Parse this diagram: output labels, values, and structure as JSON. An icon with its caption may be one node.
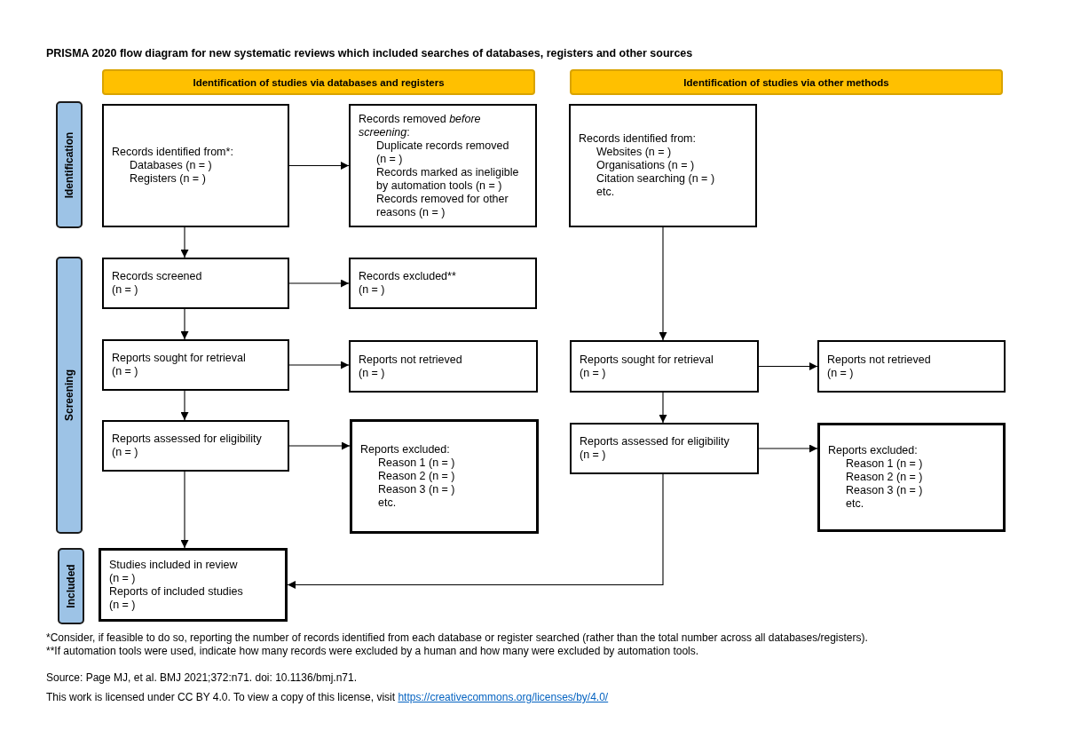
{
  "diagram": {
    "title": "PRISMA 2020 flow diagram for new systematic reviews which included searches of databases, registers and other sources",
    "nodes": [
      {
        "text": [
          "Identification of studies via databases and registers"
        ]
      },
      {
        "text": [
          "Identification of studies via other methods"
        ]
      },
      {
        "text": [
          "Identification"
        ]
      },
      {
        "text": [
          "Records identified from*:",
          "Databases (n = )",
          "Registers (n = )"
        ]
      },
      {
        "text": [
          "Records removed *before screening*:",
          "Duplicate records removed (n = )",
          "Records marked as ineligible by automation tools (n = )",
          "Records removed for other reasons (n = )"
        ]
      },
      {
        "text": [
          "Records identified from:",
          "Websites (n = )",
          "Organisations (n = )",
          "Citation searching (n = )",
          "etc."
        ]
      },
      {
        "text": [
          "Screening"
        ]
      },
      {
        "text": [
          "Records screened (n = )"
        ]
      },
      {
        "text": [
          "Records excluded** (n = )"
        ]
      },
      {
        "text": [
          "Reports sought for retrieval (n = )"
        ]
      },
      {
        "text": [
          "Reports not retrieved (n = )"
        ]
      },
      {
        "text": [
          "Reports sought for retrieval (n = )"
        ]
      },
      {
        "text": [
          "Reports not retrieved (n = )"
        ]
      },
      {
        "text": [
          "Reports assessed for eligibility (n = )"
        ]
      },
      {
        "text": [
          "Reports excluded:",
          "Reason 1 (n = )",
          "Reason 2 (n = )",
          "Reason 3 (n = )",
          "etc."
        ]
      },
      {
        "text": [
          "Reports assessed for eligibility (n = )"
        ]
      },
      {
        "text": [
          "Reports excluded:",
          "Reason 1 (n = )",
          "Reason 2 (n = )",
          "Reason 3 (n = )",
          "etc."
        ]
      },
      {
        "text": [
          "Included"
        ]
      },
      {
        "text": [
          "Studies included in review (n = )",
          "Reports of included studies (n = )"
        ]
      }
    ],
    "edges": [
      {
        "from": 3,
        "to": 4,
        "arrow": "to"
      },
      {
        "from": 3,
        "to": 7,
        "arrow": "to"
      },
      {
        "from": 5,
        "to": 11,
        "arrow": "to"
      },
      {
        "from": 7,
        "to": 8,
        "arrow": "to"
      },
      {
        "from": 7,
        "to": 9,
        "arrow": "to"
      },
      {
        "from": 9,
        "to": 10,
        "arrow": "to"
      },
      {
        "from": 9,
        "to": 13,
        "arrow": "to"
      },
      {
        "from": 11,
        "to": 12,
        "arrow": "to"
      },
      {
        "from": 11,
        "to": 15,
        "arrow": "to"
      },
      {
        "from": 13,
        "to": 14,
        "arrow": "to"
      },
      {
        "from": 13,
        "to": 18,
        "arrow": "to"
      },
      {
        "from": 15,
        "to": 16,
        "arrow": "to"
      },
      {
        "from": 15,
        "to": 18,
        "arrow": "to"
      }
    ],
    "labels": [
      "*Consider, if feasible to do so, reporting the number of records identified from each database or register searched (rather than the total number across all databases/registers).",
      "**If automation tools were used, indicate how many records were excluded by a human and how many were excluded by automation tools.",
      "Source: Page MJ, et al. BMJ 2021;372:n71. doi: 10.1136/bmj.n71.",
      "This work is licensed under CC BY 4.0. To view a copy of this license, visit https://creativecommons.org/licenses/by/4.0/"
    ]
  }
}
